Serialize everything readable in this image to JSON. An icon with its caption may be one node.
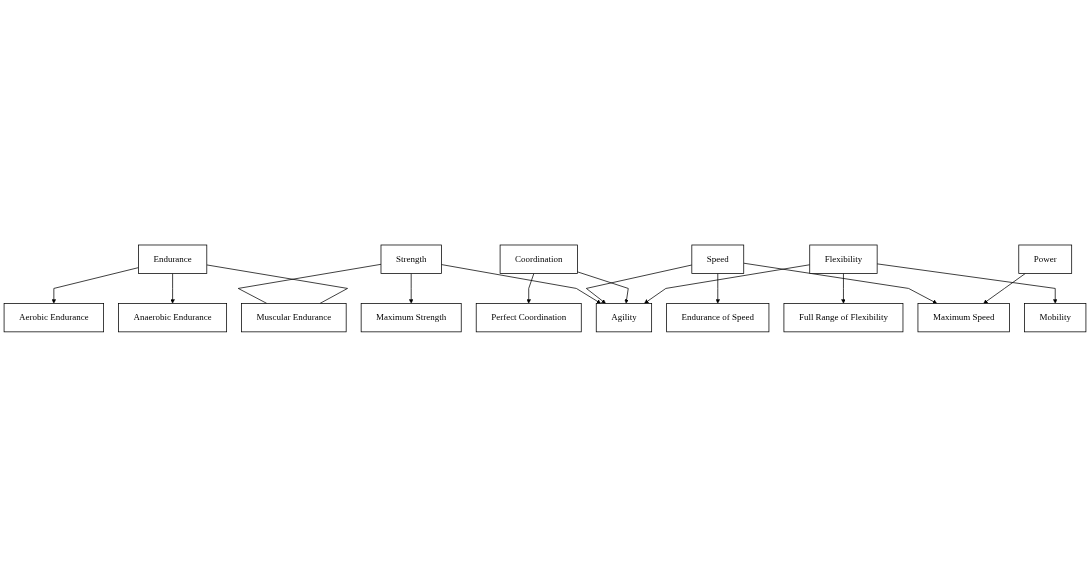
{
  "diagram": {
    "nodes": [
      {
        "text": [
          "Strength"
        ]
      },
      {
        "text": [
          "Endurance"
        ]
      },
      {
        "text": [
          "Speed"
        ]
      },
      {
        "text": [
          "Coordination"
        ]
      },
      {
        "text": [
          "Flexibility"
        ]
      },
      {
        "text": [
          "Muscular Endurance"
        ]
      },
      {
        "text": [
          "Agility"
        ]
      },
      {
        "text": [
          "Mobility"
        ]
      },
      {
        "text": [
          "Endurance of Speed"
        ]
      },
      {
        "text": [
          "Power"
        ]
      },
      {
        "text": [
          "Maximum Strength"
        ]
      },
      {
        "text": [
          "Anaerobic Endurance"
        ]
      },
      {
        "text": [
          "Aerobic Endurance"
        ]
      },
      {
        "text": [
          "Maximum Speed"
        ]
      },
      {
        "text": [
          "Perfect Coordination"
        ]
      },
      {
        "text": [
          "Full Range of Flexibility"
        ]
      }
    ],
    "edges": [
      {
        "from": 0,
        "to": 5,
        "arrow": "none"
      },
      {
        "from": 1,
        "to": 5,
        "arrow": "none"
      },
      {
        "from": 0,
        "to": 10,
        "arrow": "to"
      },
      {
        "from": 0,
        "to": 6,
        "arrow": "to"
      },
      {
        "from": 1,
        "to": 11,
        "arrow": "to"
      },
      {
        "from": 1,
        "to": 12,
        "arrow": "to"
      },
      {
        "from": 2,
        "to": 6,
        "arrow": "to"
      },
      {
        "from": 2,
        "to": 8,
        "arrow": "to"
      },
      {
        "from": 2,
        "to": 13,
        "arrow": "to"
      },
      {
        "from": 3,
        "to": 6,
        "arrow": "to"
      },
      {
        "from": 3,
        "to": 14,
        "arrow": "to"
      },
      {
        "from": 4,
        "to": 6,
        "arrow": "to"
      },
      {
        "from": 4,
        "to": 7,
        "arrow": "to"
      },
      {
        "from": 4,
        "to": 15,
        "arrow": "to"
      },
      {
        "from": 9,
        "to": 13,
        "arrow": "to"
      }
    ]
  }
}
